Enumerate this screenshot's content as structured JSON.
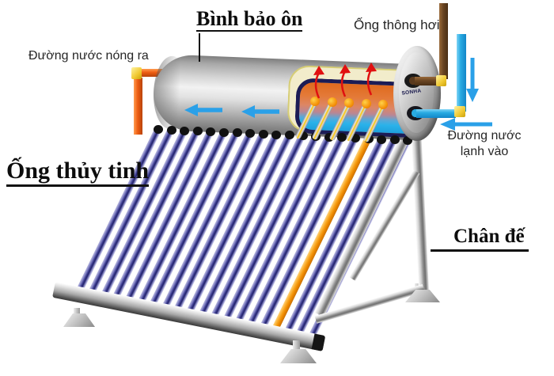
{
  "diagram": {
    "title_note": "solar water heater schematic",
    "labels": {
      "tank": "Bình bảo ôn",
      "vent": "Ống thông hơi",
      "hot_out": "Đường nước nóng ra",
      "glass_tubes": "Ống thủy tinh",
      "cold_in": "Đường nước lạnh vào",
      "stand": "Chân đế"
    },
    "brand": "SONHA",
    "colors": {
      "hot_pipe": "#ee5d12",
      "cold_pipe": "#29abe2",
      "vent_pipe": "#6a4522",
      "flow_arrow": "#2aa0e8",
      "convection_arrow": "#e01010",
      "glass_tube": "#3a3a8e",
      "heat_tube": "#f7a51f",
      "insulation": "#f2eccb",
      "metal": "#c0c0c0"
    }
  }
}
